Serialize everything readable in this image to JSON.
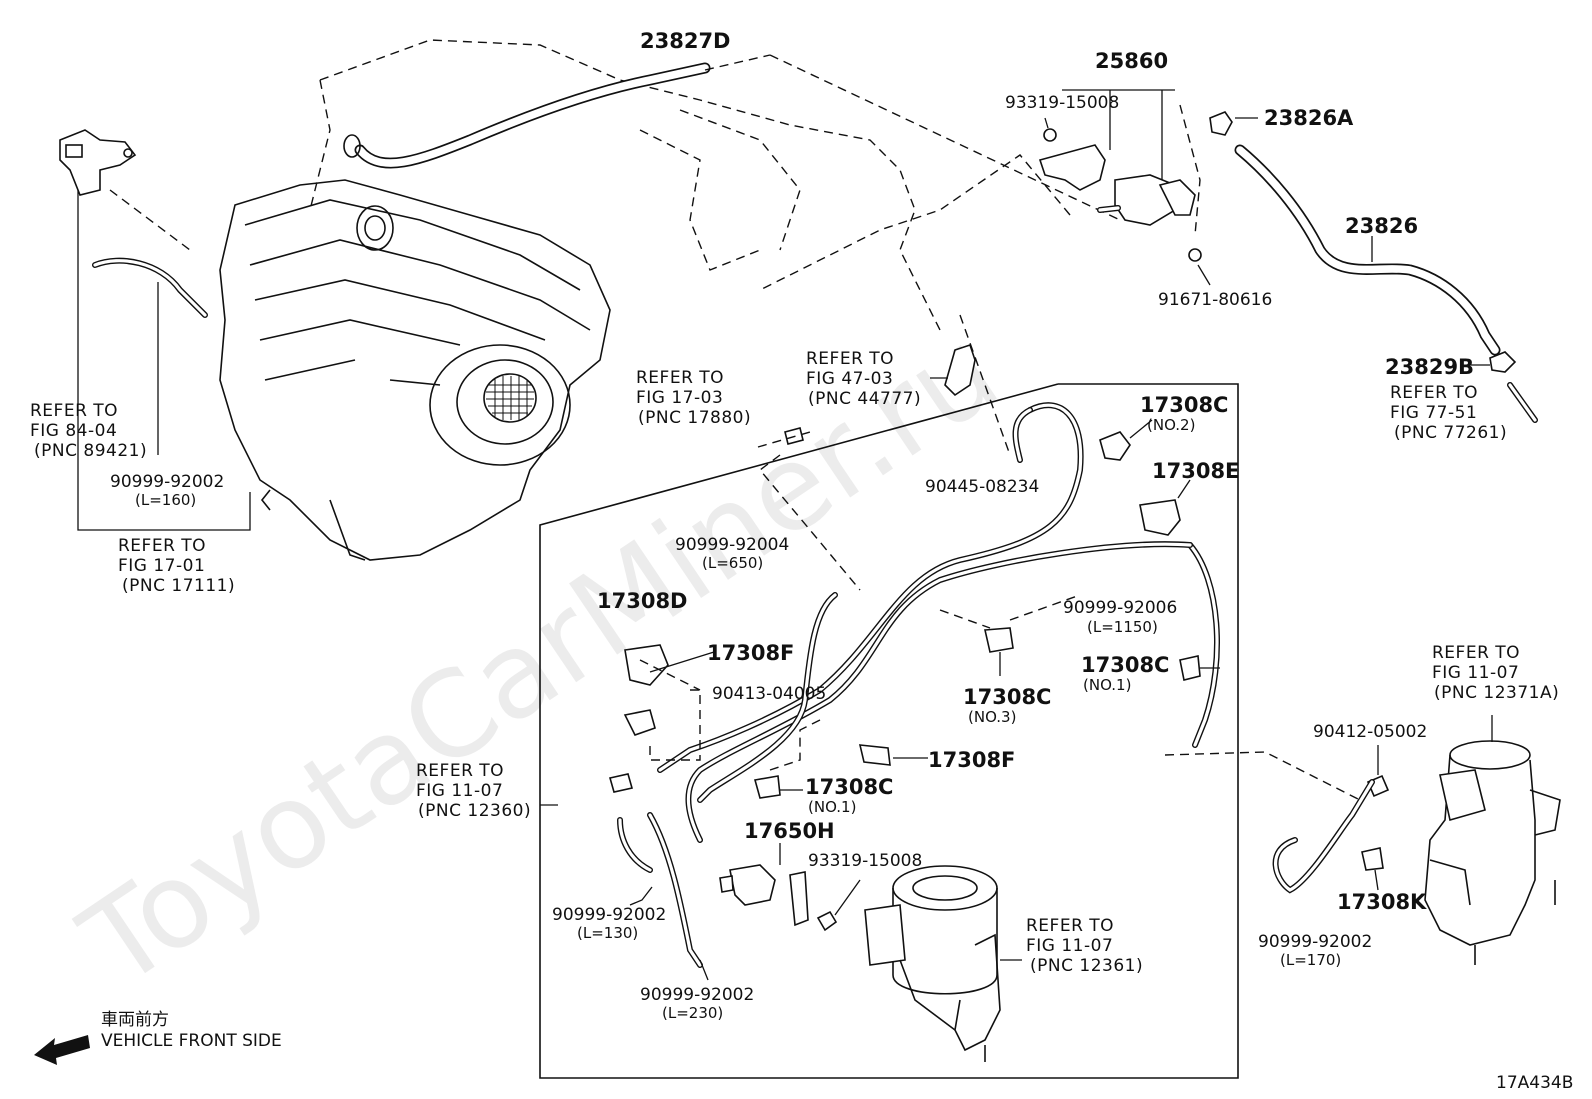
{
  "watermark": "ToyotaCarMiner.ru",
  "diagram_code": "17A434B",
  "direction": {
    "japanese": "車両前方",
    "label": "VEHICLE FRONT SIDE"
  },
  "parts": [
    {
      "id": "p23827D",
      "number": "23827D"
    },
    {
      "id": "p25860",
      "number": "25860"
    },
    {
      "id": "p93319a",
      "number": "93319-15008"
    },
    {
      "id": "p23826A",
      "number": "23826A"
    },
    {
      "id": "p23826",
      "number": "23826"
    },
    {
      "id": "p91671",
      "number": "91671-80616"
    },
    {
      "id": "p23829B",
      "number": "23829B"
    },
    {
      "id": "p90999_160",
      "number": "90999-92002",
      "note": "(L=160)"
    },
    {
      "id": "p17308C_no2",
      "number": "17308C",
      "note": "(NO.2)"
    },
    {
      "id": "p17308E",
      "number": "17308E"
    },
    {
      "id": "p90445",
      "number": "90445-08234"
    },
    {
      "id": "p90999_650",
      "number": "90999-92004",
      "note": "(L=650)"
    },
    {
      "id": "p17308D",
      "number": "17308D"
    },
    {
      "id": "p17308F_a",
      "number": "17308F"
    },
    {
      "id": "p90413",
      "number": "90413-04005"
    },
    {
      "id": "p90999_1150",
      "number": "90999-92006",
      "note": "(L=1150)"
    },
    {
      "id": "p17308C_no1a",
      "number": "17308C",
      "note": "(NO.1)"
    },
    {
      "id": "p17308C_no3",
      "number": "17308C",
      "note": "(NO.3)"
    },
    {
      "id": "p17308F_b",
      "number": "17308F"
    },
    {
      "id": "p17308C_no1b",
      "number": "17308C",
      "note": "(NO.1)"
    },
    {
      "id": "p17650H",
      "number": "17650H"
    },
    {
      "id": "p93319b",
      "number": "93319-15008"
    },
    {
      "id": "p90999_130",
      "number": "90999-92002",
      "note": "(L=130)"
    },
    {
      "id": "p90999_230",
      "number": "90999-92002",
      "note": "(L=230)"
    },
    {
      "id": "p90412",
      "number": "90412-05002"
    },
    {
      "id": "p17308K",
      "number": "17308K"
    },
    {
      "id": "p90999_170",
      "number": "90999-92002",
      "note": "(L=170)"
    }
  ],
  "references": [
    {
      "id": "r84",
      "line1": "REFER TO",
      "line2": "FIG 84-04",
      "line3": "(PNC 89421)"
    },
    {
      "id": "r1701",
      "line1": "REFER TO",
      "line2": "FIG 17-01",
      "line3": "(PNC 17111)"
    },
    {
      "id": "r1703",
      "line1": "REFER TO",
      "line2": "FIG 17-03",
      "line3": "(PNC 17880)"
    },
    {
      "id": "r4703",
      "line1": "REFER TO",
      "line2": "FIG 47-03",
      "line3": "(PNC 44777)"
    },
    {
      "id": "r7751",
      "line1": "REFER TO",
      "line2": "FIG 77-51",
      "line3": "(PNC 77261)"
    },
    {
      "id": "r1107a",
      "line1": "REFER TO",
      "line2": "FIG 11-07",
      "line3": "(PNC 12371A)"
    },
    {
      "id": "r1107b",
      "line1": "REFER TO",
      "line2": "FIG 11-07",
      "line3": "(PNC 12360)"
    },
    {
      "id": "r1107c",
      "line1": "REFER TO",
      "line2": "FIG 11-07",
      "line3": "(PNC 12361)"
    }
  ]
}
